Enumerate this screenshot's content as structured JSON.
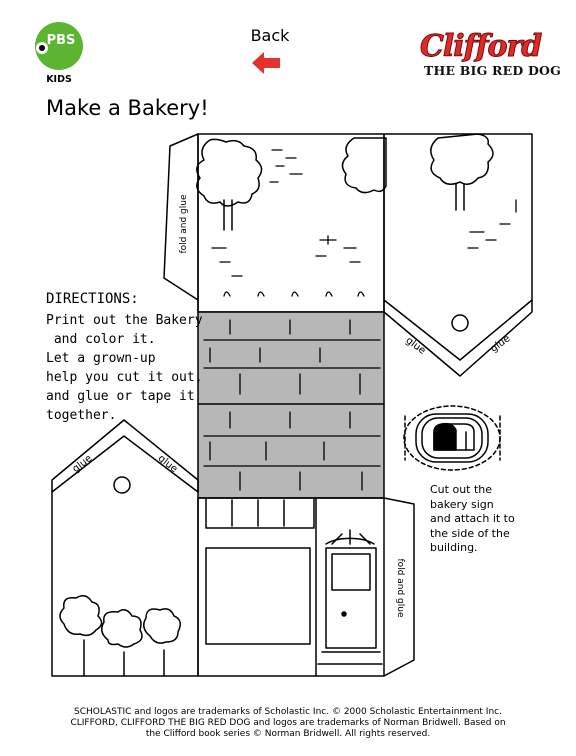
{
  "header": {
    "pbs_logo": {
      "line1": "PBS",
      "line2": "KIDS",
      "icon": "pbs-kids-dot-icon",
      "color": "#5cb531"
    },
    "back": {
      "label": "Back",
      "icon": "red-left-arrow-icon",
      "color": "#e4312b"
    },
    "clifford_logo": {
      "title": "Clifford",
      "subtitle": "THE BIG RED DOG",
      "color": "#e02a2a"
    }
  },
  "page": {
    "title": "Make a Bakery!"
  },
  "directions": {
    "heading": "DIRECTIONS:",
    "lines": [
      "Print out the Bakery",
      " and color it.",
      "Let a grown-up",
      "help you cut it out,",
      "and glue or tape it",
      "together."
    ]
  },
  "template": {
    "tab_labels": {
      "fold_glue_left": "fold and glue",
      "fold_glue_right": "fold and glue",
      "glue_roof_left": "glue",
      "glue_roof_right": "glue",
      "glue_sign_left": "glue",
      "glue_sign_right": "glue"
    },
    "roof_color": "#b7b7b7",
    "sign_icon": "bread-loaf-icon"
  },
  "sign_note": {
    "lines": [
      "Cut out the",
      "bakery sign",
      "and attach it to",
      "the side of the",
      "building."
    ]
  },
  "footer": {
    "lines": [
      "SCHOLASTIC and logos are trademarks of Scholastic Inc. © 2000 Scholastic Entertainment Inc.",
      "CLIFFORD, CLIFFORD THE BIG RED DOG and logos are trademarks of Norman Bridwell. Based on",
      "the Clifford book series © Norman Bridwell. All rights reserved."
    ]
  }
}
